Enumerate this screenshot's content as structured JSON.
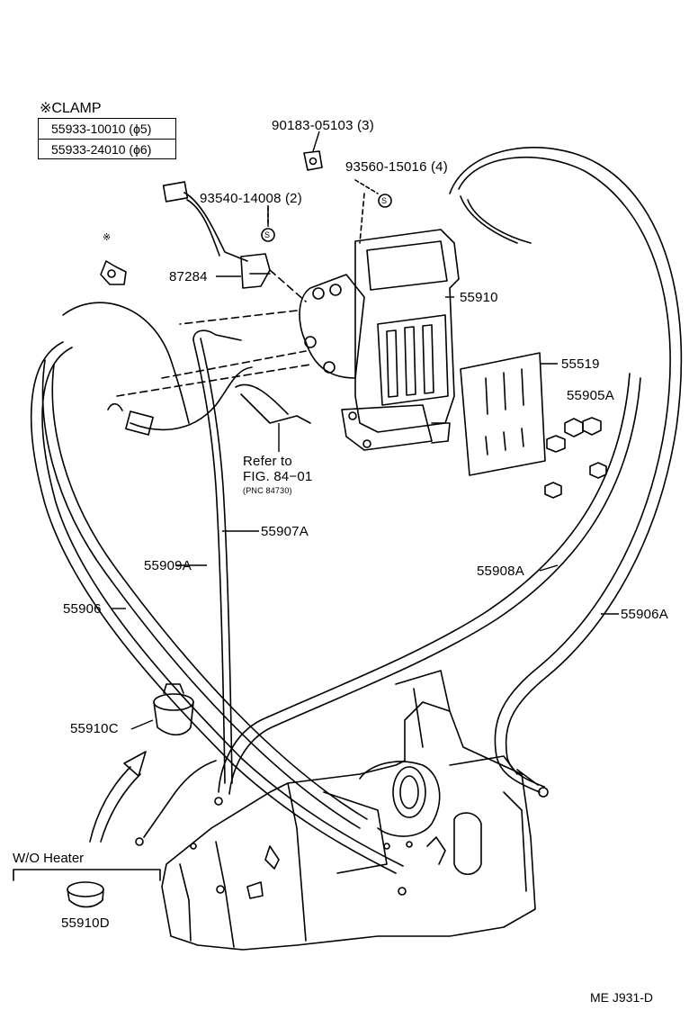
{
  "clamp": {
    "title": "※CLAMP",
    "rows": [
      "55933-10010 (ϕ5)",
      "55933-24010 (ϕ6)"
    ]
  },
  "labels": {
    "p90183": "90183-05103 (3)",
    "p93560": "93560-15016 (4)",
    "p93540": "93540-14008 (2)",
    "p87284": "87284",
    "p55910": "55910",
    "p55519": "55519",
    "p55905a": "55905A",
    "refer_to": "Refer to",
    "fig": "FIG. 84−01",
    "pnc": "(PNC 84730)",
    "p55907a": "55907A",
    "p55909a": "55909A",
    "p55906": "55906",
    "p55908a": "55908A",
    "p55906a": "55906A",
    "p55910c": "55910C",
    "wo_heater": "W/O Heater",
    "p55910d": "55910D",
    "clamp_mark": "※",
    "s1": "S",
    "s2": "S"
  },
  "diagram_code": "ME  J931-D",
  "colors": {
    "ink": "#000000",
    "paper": "#ffffff"
  }
}
